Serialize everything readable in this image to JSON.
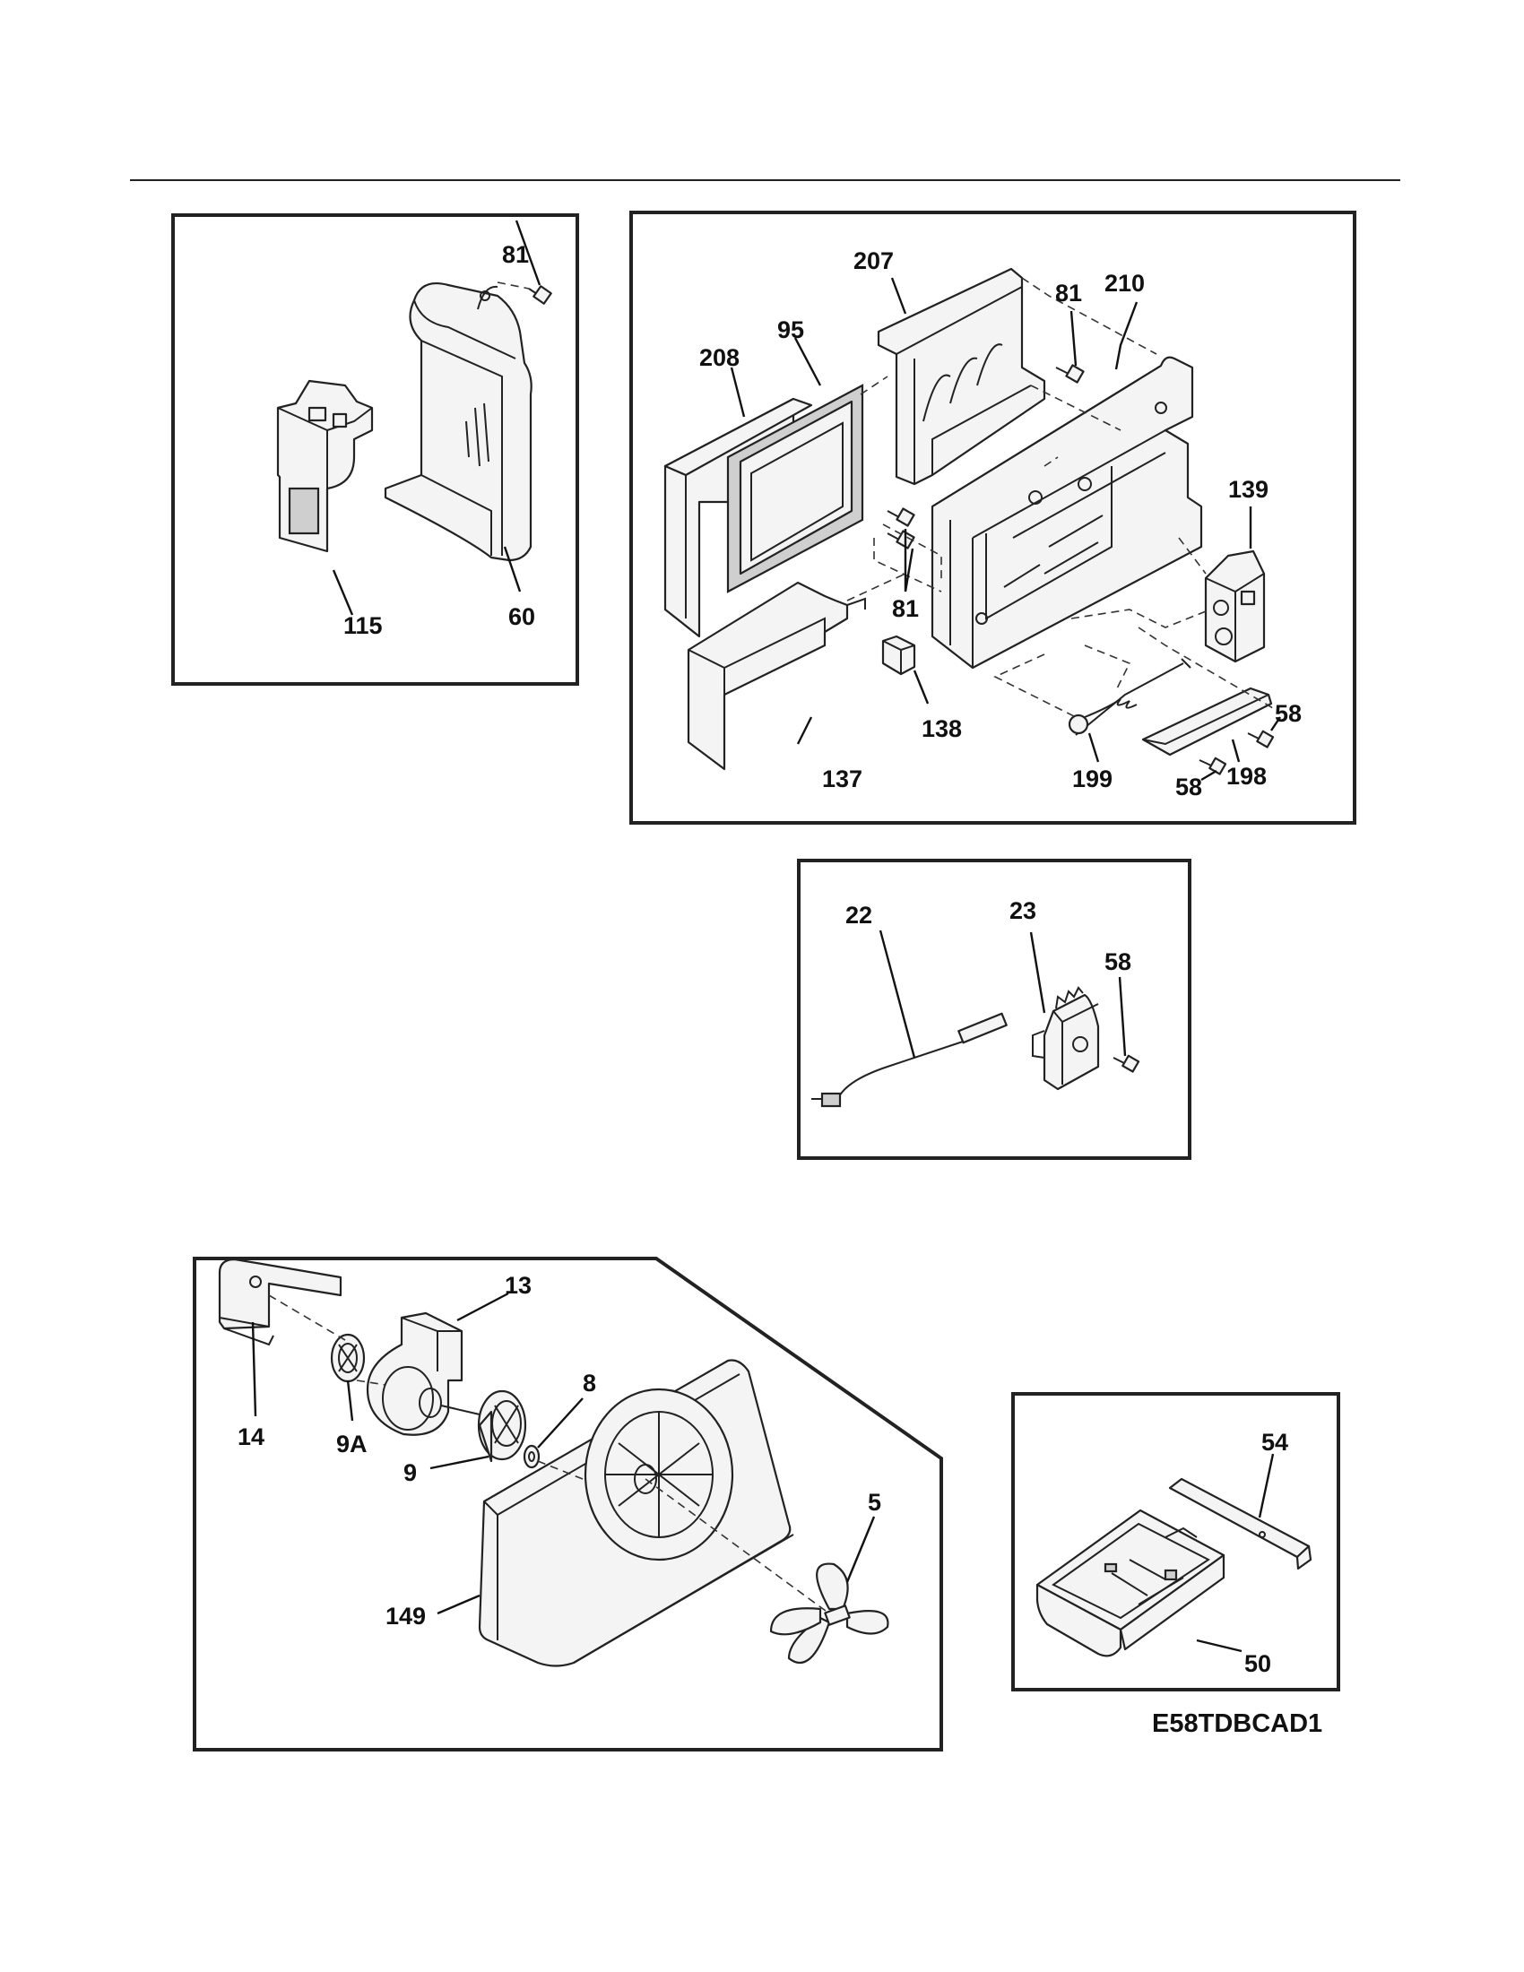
{
  "diagram_code": "E58TDBCAD1",
  "labels": {
    "p1_81": "81",
    "p1_115": "115",
    "p1_60": "60",
    "p2_207": "207",
    "p2_81a": "81",
    "p2_210": "210",
    "p2_208": "208",
    "p2_95": "95",
    "p2_139": "139",
    "p2_81b": "81",
    "p2_138": "138",
    "p2_137": "137",
    "p2_199": "199",
    "p2_58a": "58",
    "p2_58b": "58",
    "p2_198": "198",
    "p3_22": "22",
    "p3_23": "23",
    "p3_58": "58",
    "p4_13": "13",
    "p4_8": "8",
    "p4_14": "14",
    "p4_9A": "9A",
    "p4_9": "9",
    "p4_5": "5",
    "p4_149": "149",
    "p5_54": "54",
    "p5_50": "50"
  }
}
